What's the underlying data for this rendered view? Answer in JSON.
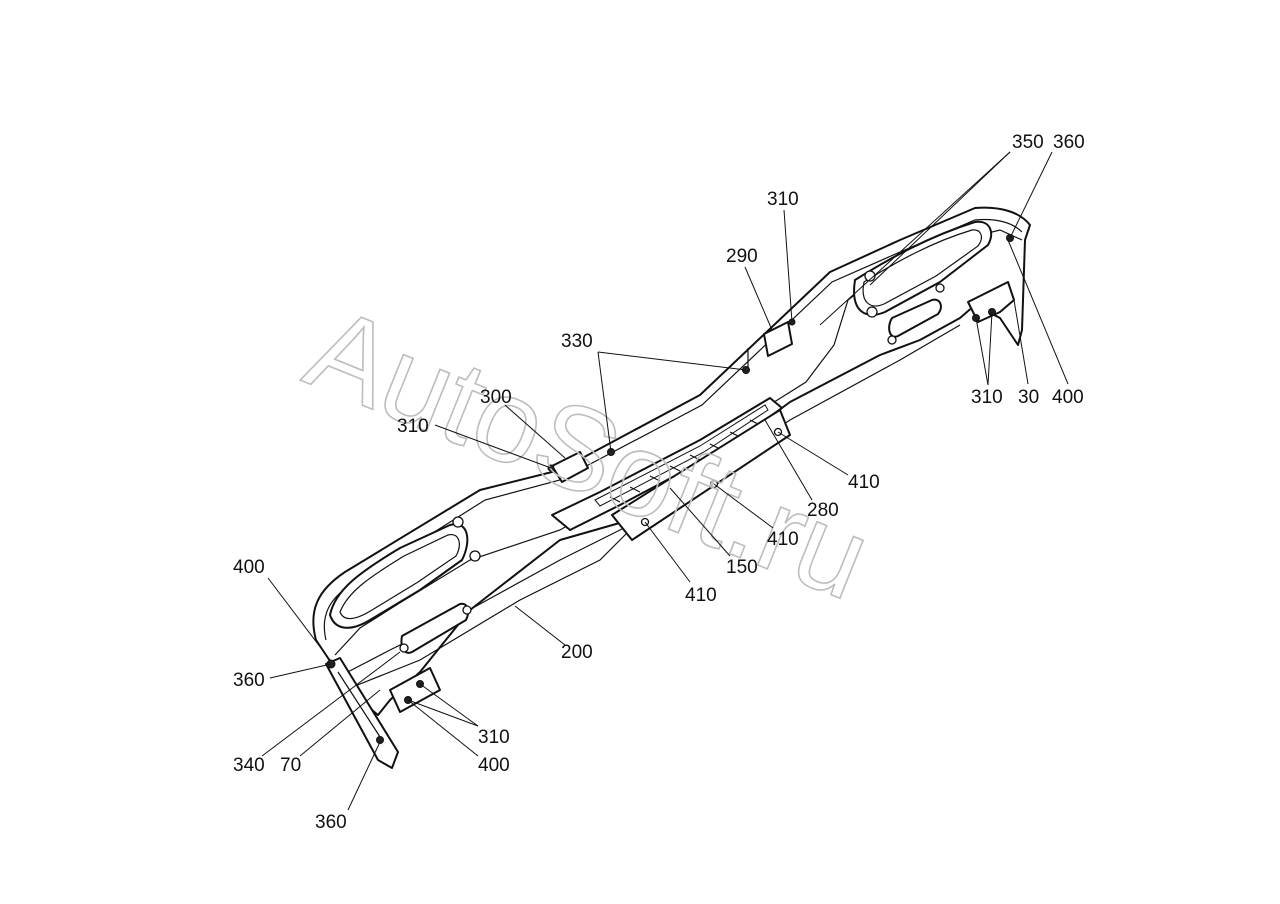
{
  "watermark": "AutoSoft.ru",
  "callouts": {
    "c350": "350",
    "c360_top": "360",
    "c310_top": "310",
    "c290": "290",
    "c330": "330",
    "c300": "300",
    "c310_left": "310",
    "c310_right": "310",
    "c30": "30",
    "c400_right": "400",
    "c410_a": "410",
    "c280": "280",
    "c410_b": "410",
    "c150": "150",
    "c410_c": "410",
    "c200": "200",
    "c400_left": "400",
    "c360_left": "360",
    "c310_bottom": "310",
    "c340": "340",
    "c70": "70",
    "c400_bottom": "400",
    "c360_bottom": "360"
  }
}
